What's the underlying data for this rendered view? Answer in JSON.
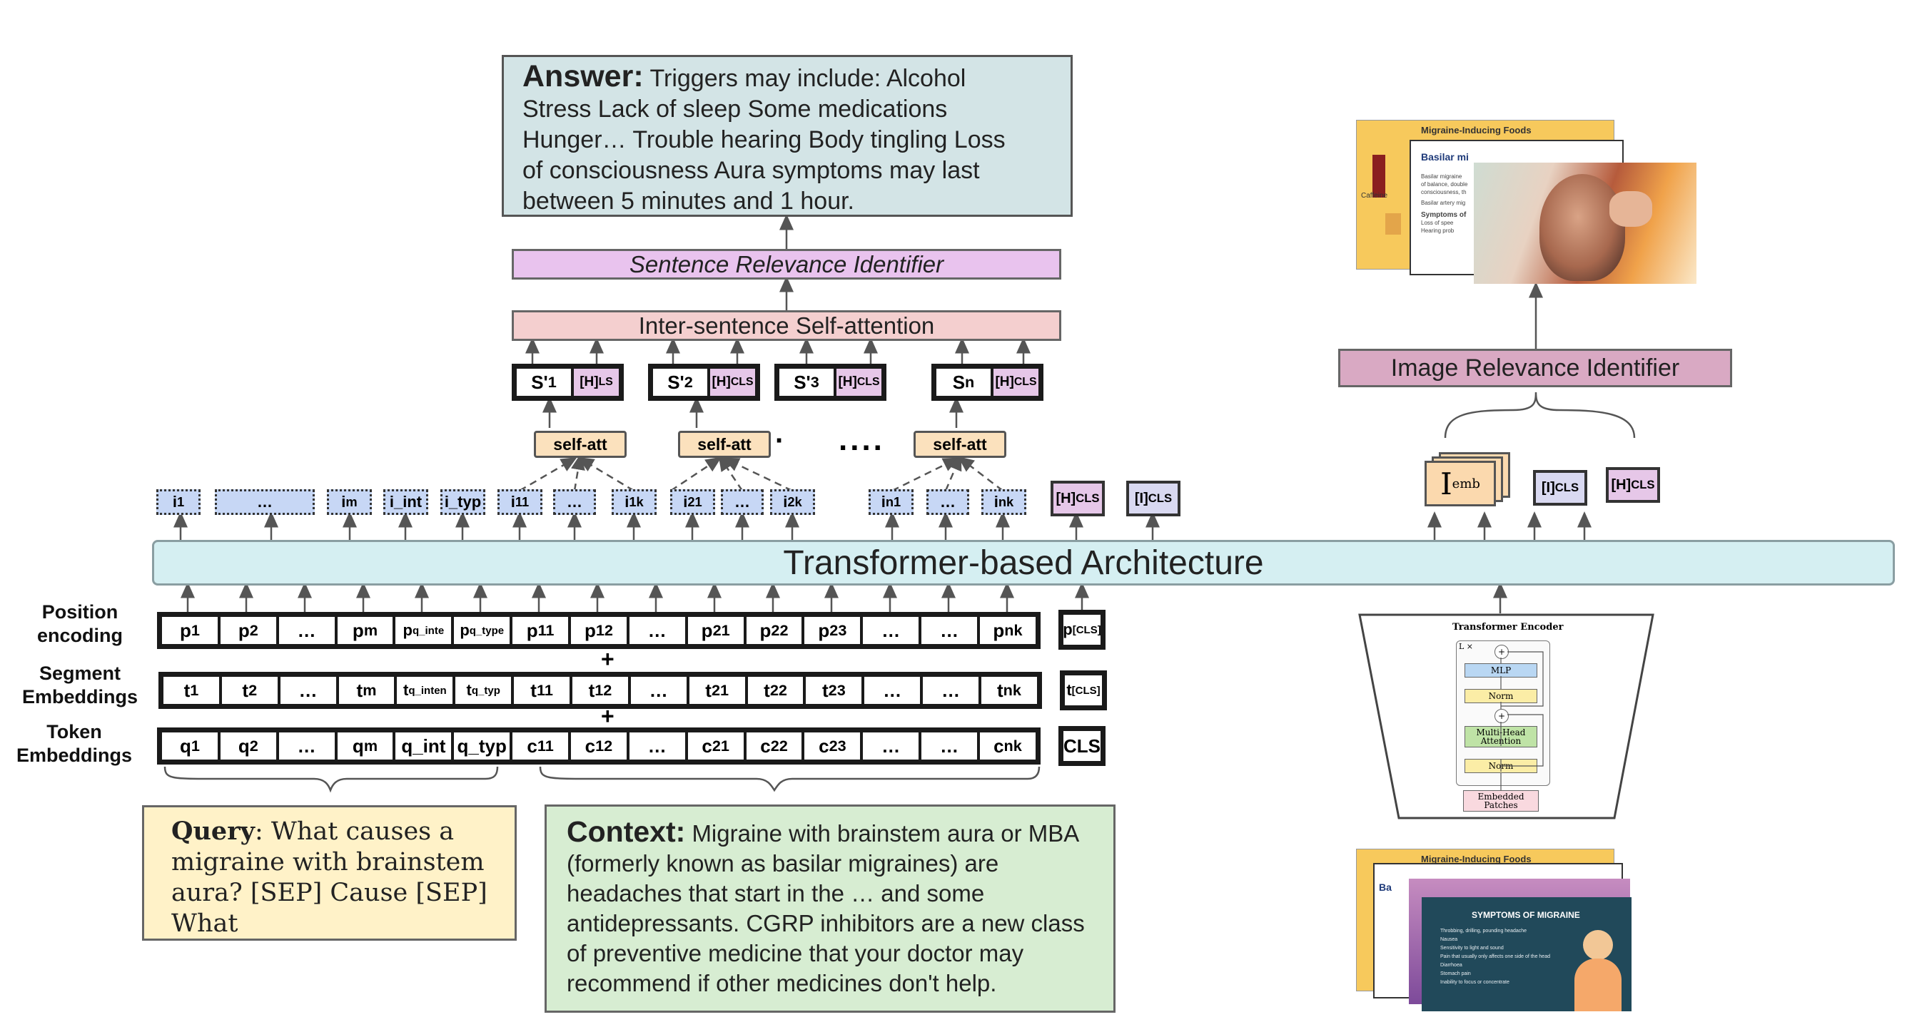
{
  "answer": {
    "label": "Answer:",
    "lines": [
      "Triggers may include: Alcohol",
      "Stress Lack of sleep Some medications",
      "Hunger… Trouble hearing Body tingling Loss",
      "of consciousness Aura symptoms may last",
      "between 5 minutes and 1 hour."
    ]
  },
  "sentence_relevance": "Sentence Relevance Identifier",
  "inter_sentence": "Inter-sentence Self-attention",
  "image_relevance": "Image Relevance Identifier",
  "transformer": "Transformer-based Architecture",
  "sentence_blocks": [
    {
      "s": "S'",
      "s_sub": "1",
      "h": "[H]",
      "h_sub": "LS"
    },
    {
      "s": "S'",
      "s_sub": "2",
      "h": "[H]",
      "h_sub": "CLS"
    },
    {
      "s": "S'",
      "s_sub": "3",
      "h": "[H]",
      "h_sub": "CLS"
    },
    {
      "s": "S",
      "s_sub": "n",
      "h": "[H]",
      "h_sub": "CLS"
    }
  ],
  "self_att_label": "self-att",
  "ellipsis": "....",
  "dot": "·",
  "hidden_tokens": [
    {
      "t": "i",
      "sub": "1"
    },
    {
      "t": "…",
      "sub": ""
    },
    {
      "t": "i",
      "sub": "m"
    },
    {
      "t": "i_int",
      "sub": ""
    },
    {
      "t": "i_typ",
      "sub": ""
    },
    {
      "t": "i",
      "sub": "11"
    },
    {
      "t": "…",
      "sub": ""
    },
    {
      "t": "i",
      "sub": "1k"
    },
    {
      "t": "i",
      "sub": "21"
    },
    {
      "t": "…",
      "sub": ""
    },
    {
      "t": "i",
      "sub": "2k"
    },
    {
      "t": "i",
      "sub": "n1"
    },
    {
      "t": "…",
      "sub": ""
    },
    {
      "t": "i",
      "sub": "nk"
    }
  ],
  "hcls_top": {
    "t": "[H]",
    "sub": "CLS"
  },
  "icls_top": {
    "t": "[I]",
    "sub": "CLS"
  },
  "image_side": {
    "iemb": {
      "t": "I",
      "sub": "emb"
    },
    "icls": {
      "t": "[I]",
      "sub": "CLS"
    },
    "hcls": {
      "t": "[H]",
      "sub": "CLS"
    }
  },
  "row_labels": {
    "position": [
      "Position",
      "encoding"
    ],
    "segment": [
      "Segment",
      "Embeddings"
    ],
    "token": [
      "Token",
      "Embeddings"
    ]
  },
  "plus": "+",
  "position_cells": [
    {
      "t": "p",
      "sub": "1"
    },
    {
      "t": "p",
      "sub": "2"
    },
    {
      "t": "…",
      "sub": ""
    },
    {
      "t": "p",
      "sub": "m"
    },
    {
      "t": "p",
      "sub": "q_inte"
    },
    {
      "t": "p",
      "sub": "q_type"
    },
    {
      "t": "p",
      "sub": "11"
    },
    {
      "t": "p",
      "sub": "12"
    },
    {
      "t": "…",
      "sub": ""
    },
    {
      "t": "p",
      "sub": "21"
    },
    {
      "t": "p",
      "sub": "22"
    },
    {
      "t": "p",
      "sub": "23"
    },
    {
      "t": "…",
      "sub": ""
    },
    {
      "t": "…",
      "sub": ""
    },
    {
      "t": "p",
      "sub": "nk"
    }
  ],
  "segment_cells": [
    {
      "t": "t",
      "sub": "1"
    },
    {
      "t": "t",
      "sub": "2"
    },
    {
      "t": "…",
      "sub": ""
    },
    {
      "t": "t",
      "sub": "m"
    },
    {
      "t": "t",
      "sub": "q_inten"
    },
    {
      "t": "t",
      "sub": "q_typ"
    },
    {
      "t": "t",
      "sub": "11"
    },
    {
      "t": "t",
      "sub": "12"
    },
    {
      "t": "…",
      "sub": ""
    },
    {
      "t": "t",
      "sub": "21"
    },
    {
      "t": "t",
      "sub": "22"
    },
    {
      "t": "t",
      "sub": "23"
    },
    {
      "t": "…",
      "sub": ""
    },
    {
      "t": "…",
      "sub": ""
    },
    {
      "t": "t",
      "sub": "nk"
    }
  ],
  "token_cells": [
    {
      "t": "q",
      "sub": "1"
    },
    {
      "t": "q",
      "sub": "2"
    },
    {
      "t": "…",
      "sub": ""
    },
    {
      "t": "q",
      "sub": "m"
    },
    {
      "t": "q_int",
      "sub": ""
    },
    {
      "t": "q_typ",
      "sub": ""
    },
    {
      "t": "c",
      "sub": "11"
    },
    {
      "t": "c",
      "sub": "12"
    },
    {
      "t": "…",
      "sub": ""
    },
    {
      "t": "c",
      "sub": "21"
    },
    {
      "t": "c",
      "sub": "22"
    },
    {
      "t": "c",
      "sub": "23"
    },
    {
      "t": "…",
      "sub": ""
    },
    {
      "t": "…",
      "sub": ""
    },
    {
      "t": "c",
      "sub": "nk"
    }
  ],
  "cls_cells": {
    "position": {
      "t": "p",
      "sub": "[CLS]"
    },
    "segment": {
      "t": "t",
      "sub": "[CLS]"
    },
    "token": {
      "t": "CLS",
      "sub": ""
    }
  },
  "query": {
    "label": "Query",
    "text": ": What causes a migraine with brainstem aura? [SEP] Cause [SEP] What"
  },
  "context": {
    "label": "Context:",
    "text": "Migraine with brainstem aura or MBA (formerly known as basilar migraines) are headaches that start in the … and some antidepressants. CGRP inhibitors are a new class of preventive medicine that your doctor may recommend if other medicines don't help."
  },
  "top_images": {
    "card1_title": "Migraine-Inducing Foods",
    "card2_title": "Basilar mi",
    "card2_lines": [
      "Basilar migraine",
      "of balance, double",
      "consciousness, th",
      "Basilar artery mig",
      "Symptoms of",
      "Loss of spee",
      "Hearing prob"
    ],
    "caffeine": "Caffeine"
  },
  "bottom_images": {
    "card1_title": "Migraine-Inducing Foods",
    "card2_letters": "Ba",
    "card3_title": "SYMPTOMS OF MIGRAINE",
    "card3_items": [
      "Throbbing, drilling, pounding headache",
      "Nausea",
      "Sensitivity to light and sound",
      "Pain that usually only affects one side of the head",
      "Diarrhoea",
      "Stomach pain",
      "Inability to focus or concentrate"
    ]
  },
  "encoder": {
    "title": "Transformer Encoder",
    "lx": "L ×",
    "mlp": "MLP",
    "norm": "Norm",
    "mha": [
      "Multi-Head",
      "Attention"
    ],
    "embedded": [
      "Embedded",
      "Patches"
    ]
  },
  "colors": {
    "answer": "#d3e4e6",
    "sentence_relevance": "#e9c3ee",
    "inter_sentence": "#f4cfcf",
    "image_relevance": "#d9a9c3",
    "transformer": "#d5eff2",
    "self_att": "#fbe1bd",
    "hidden": "#c7d7f5",
    "query": "#fff2c8",
    "context": "#d7edd2"
  }
}
